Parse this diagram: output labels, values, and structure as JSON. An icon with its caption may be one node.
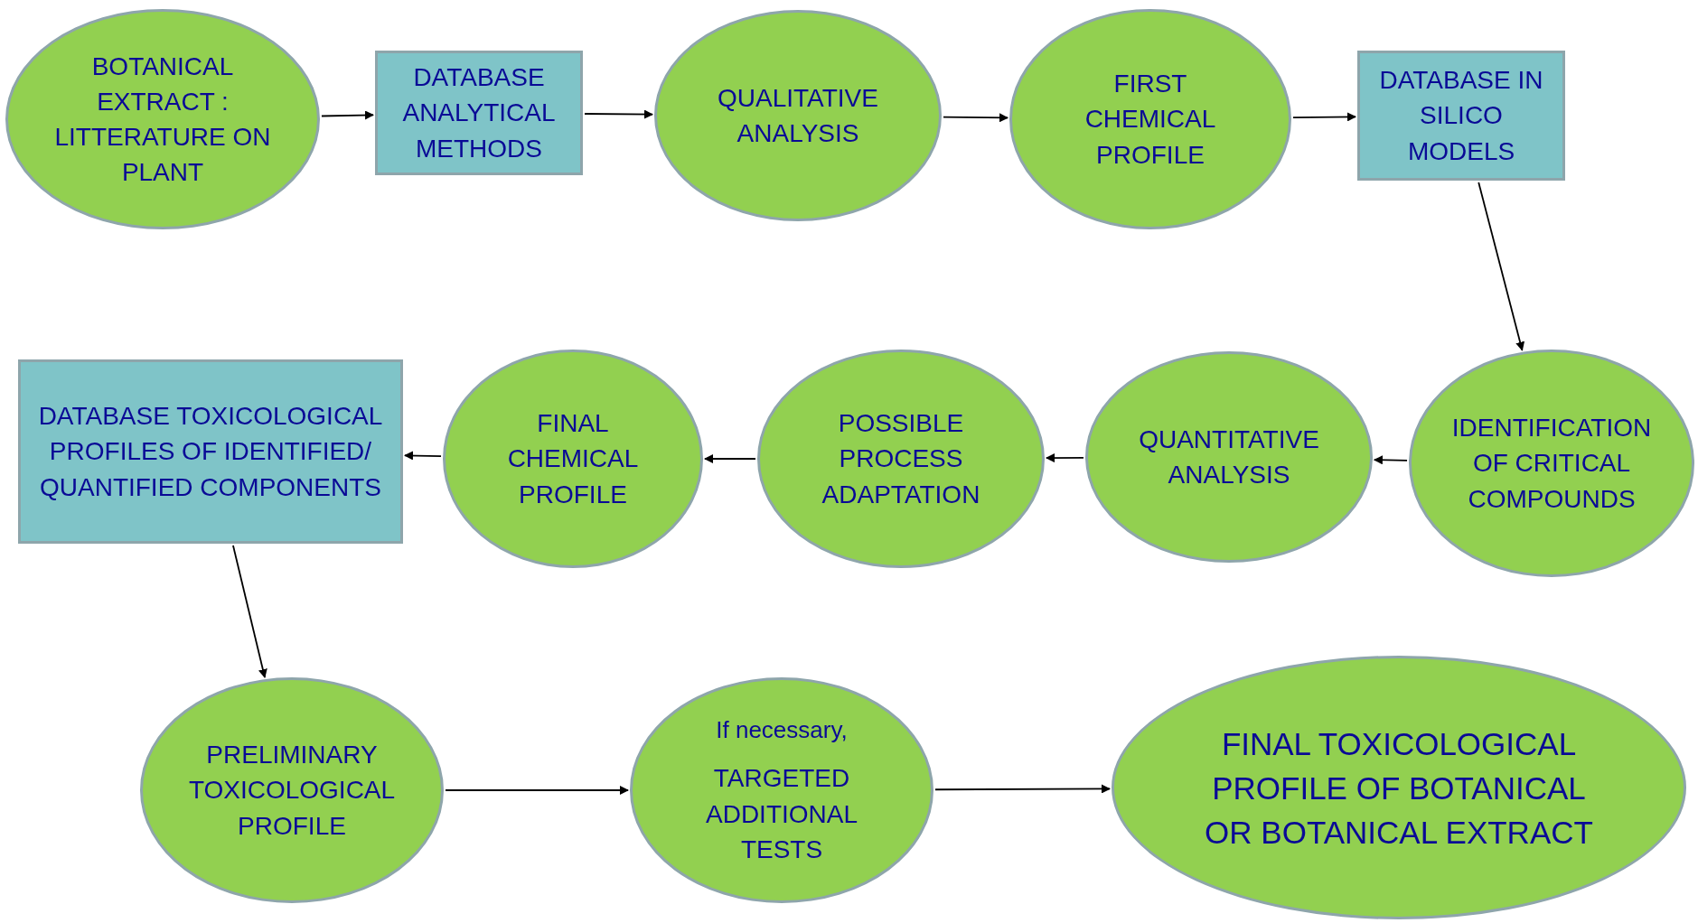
{
  "diagram": {
    "nodes": [
      {
        "text": [
          "BOTANICAL EXTRACT : LITTERATURE ON PLANT"
        ]
      },
      {
        "text": [
          "DATABASE ANALYTICAL METHODS"
        ]
      },
      {
        "text": [
          "QUALITATIVE ANALYSIS"
        ]
      },
      {
        "text": [
          "FIRST CHEMICAL PROFILE"
        ]
      },
      {
        "text": [
          "DATABASE IN SILICO MODELS"
        ]
      },
      {
        "text": [
          "IDENTIFICATION OF CRITICAL COMPOUNDS"
        ]
      },
      {
        "text": [
          "QUANTITATIVE ANALYSIS"
        ]
      },
      {
        "text": [
          "POSSIBLE PROCESS ADAPTATION"
        ]
      },
      {
        "text": [
          "FINAL CHEMICAL PROFILE"
        ]
      },
      {
        "text": [
          "DATABASE TOXICOLOGICAL PROFILES OF IDENTIFIED/ QUANTIFIED COMPONENTS"
        ]
      },
      {
        "text": [
          "PRELIMINARY TOXICOLOGICAL PROFILE"
        ]
      },
      {
        "text": [
          "If necessary,",
          "TARGETED ADDITIONAL TESTS"
        ]
      },
      {
        "text": [
          "FINAL TOXICOLOGICAL PROFILE OF BOTANICAL OR BOTANICAL EXTRACT"
        ]
      }
    ],
    "edges": [
      {
        "from": 0,
        "to": 1,
        "arrow": "to"
      },
      {
        "from": 1,
        "to": 2,
        "arrow": "to"
      },
      {
        "from": 2,
        "to": 3,
        "arrow": "to"
      },
      {
        "from": 3,
        "to": 4,
        "arrow": "to"
      },
      {
        "from": 4,
        "to": 5,
        "arrow": "to"
      },
      {
        "from": 5,
        "to": 6,
        "arrow": "to"
      },
      {
        "from": 6,
        "to": 7,
        "arrow": "to"
      },
      {
        "from": 7,
        "to": 8,
        "arrow": "to"
      },
      {
        "from": 8,
        "to": 9,
        "arrow": "to"
      },
      {
        "from": 9,
        "to": 10,
        "arrow": "to"
      },
      {
        "from": 10,
        "to": 11,
        "arrow": "to"
      },
      {
        "from": 11,
        "to": 12,
        "arrow": "to"
      }
    ]
  }
}
